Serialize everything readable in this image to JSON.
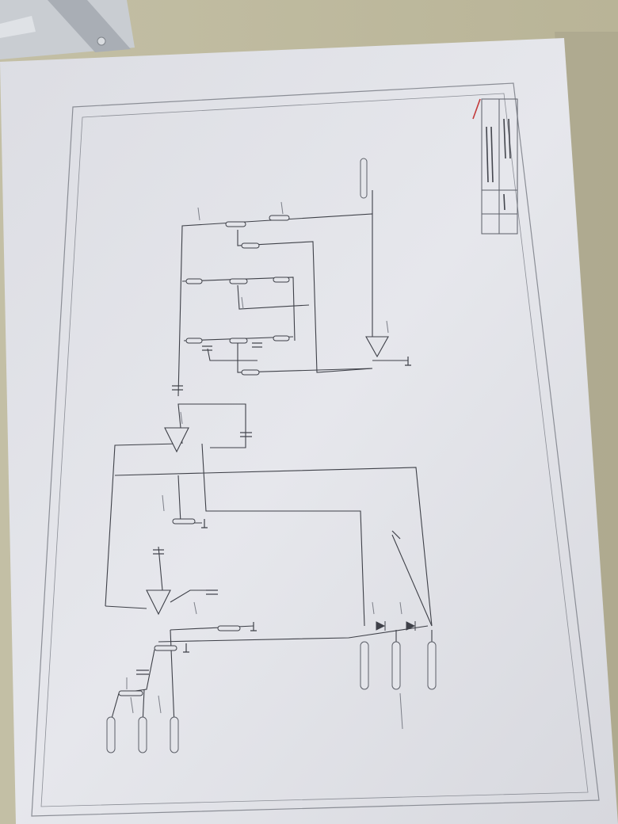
{
  "photo": {
    "subject": "printed-schematic-sheet",
    "colors": {
      "table": "#c8c2a5",
      "table_shadow": "#a9a58c",
      "paper": "#e4e5ea",
      "paper_shade": "#d2d3da",
      "ink": "#3e4048",
      "ink_faint": "#7c7f88",
      "red_mark": "#c23a3a",
      "binder": "#b8bcc2"
    },
    "icons": [
      "opamp-symbol",
      "resistor-symbol",
      "capacitor-symbol",
      "diode-symbol",
      "ground-symbol",
      "connector-pin"
    ]
  }
}
